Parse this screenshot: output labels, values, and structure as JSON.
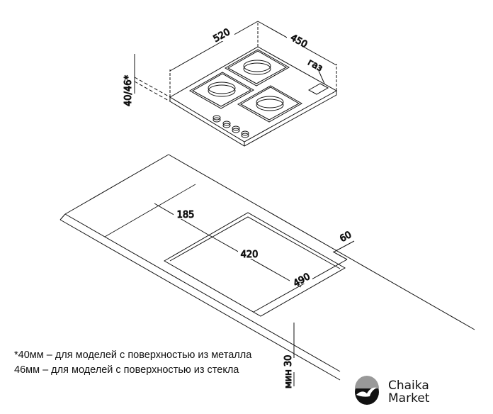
{
  "dimensions": {
    "hob_width": "520",
    "hob_depth": "450",
    "hob_height": "40/46*",
    "gas_label": "газ",
    "cutout_offset": "185",
    "cutout_width": "420",
    "cutout_depth": "490",
    "back_margin": "60",
    "min_thickness": "мин 30"
  },
  "notes": [
    "*40мм – для моделей с поверхностью из металла",
    "46мм – для моделей с поверхностью из стекла"
  ],
  "logo": {
    "line1": "Chaika",
    "line2": "Market"
  }
}
